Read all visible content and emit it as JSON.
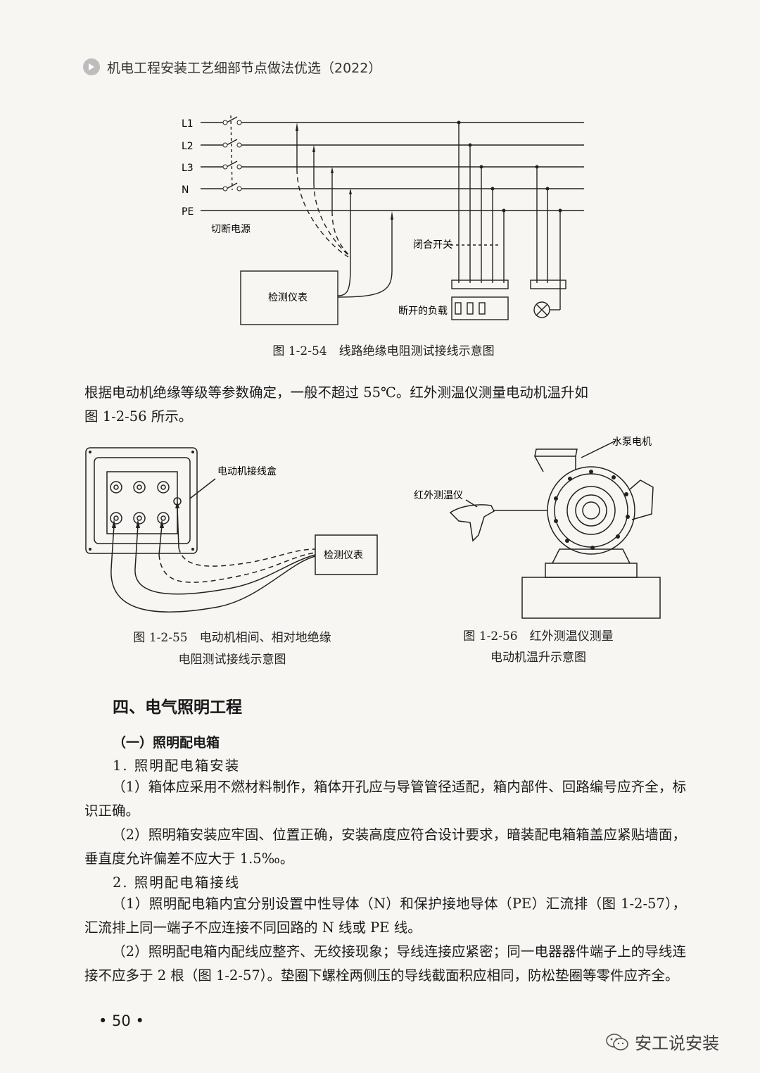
{
  "header": {
    "title": "机电工程安装工艺细部节点做法优选（2022）"
  },
  "fig54": {
    "lines": [
      "L1",
      "L2",
      "L3",
      "N",
      "PE"
    ],
    "cutoff_label": "切断电源",
    "meter_label": "检测仪表",
    "switch_label": "闭合开关",
    "load_label": "断开的负载",
    "caption": "图 1-2-54　线路绝缘电阻测试接线示意图"
  },
  "body": {
    "p1_line1": "根据电动机绝缘等级等参数确定，一般不超过 55℃。红外测温仪测量电动机温升如",
    "p1_line2": "图 1-2-56 所示。"
  },
  "fig55": {
    "box_label": "电动机接线盒",
    "meter_label": "检测仪表",
    "caption_line1": "图 1-2-55　电动机相间、相对地绝缘",
    "caption_line2": "电阻测试接线示意图"
  },
  "fig56": {
    "motor_label": "水泵电机",
    "thermo_label": "红外测温仪",
    "caption_line1": "图 1-2-56　红外测温仪测量",
    "caption_line2": "电动机温升示意图"
  },
  "section": {
    "h1": "四、电气照明工程",
    "h2": "（一）照明配电箱",
    "h3a": "1. 照明配电箱安装",
    "p_a1": "（1）箱体应采用不燃材料制作，箱体开孔应与导管管径适配，箱内部件、回路编号应齐全，标识正确。",
    "p_a2": "（2）照明箱安装应牢固、位置正确，安装高度应符合设计要求，暗装配电箱箱盖应紧贴墙面，垂直度允许偏差不应大于 1.5‰。",
    "h3b": "2. 照明配电箱接线",
    "p_b1": "（1）照明配电箱内宜分别设置中性导体（N）和保护接地导体（PE）汇流排（图 1-2-57），汇流排上同一端子不应连接不同回路的 N 线或 PE 线。",
    "p_b2": "（2）照明配电箱内配线应整齐、无绞接现象；导线连接应紧密；同一电器器件端子上的导线连接不应多于 2 根（图 1-2-57）。垫圈下螺栓两侧压的导线截面积应相同，防松垫圈等零件应齐全。"
  },
  "footer": {
    "page_number": "• 50 •",
    "watermark": "安工说安装"
  }
}
